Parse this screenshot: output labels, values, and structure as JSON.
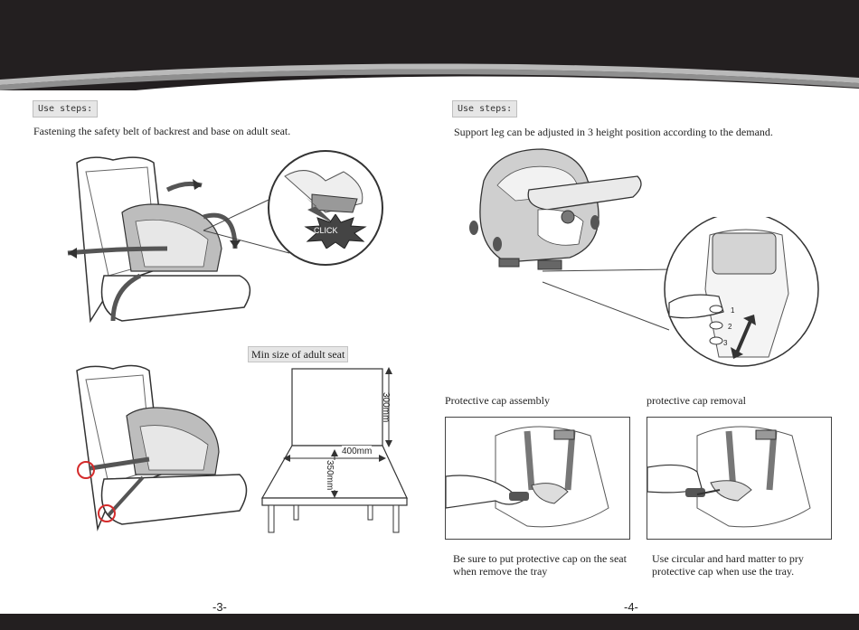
{
  "left_page": {
    "steps_label": "Use steps:",
    "instruction": "Fastening the safety belt of backrest and base on adult seat.",
    "click_label": "CLICK",
    "min_size_label": "Min size of adult seat",
    "dim_height": "300mm",
    "dim_width": "400mm",
    "dim_depth": "350mm",
    "page_number": "-3-"
  },
  "right_page": {
    "steps_label": "Use steps:",
    "instruction": "Support leg can be adjusted in 3 height position according to the demand.",
    "leg_positions": [
      "1",
      "2",
      "3"
    ],
    "cap_assembly_title": "Protective cap assembly",
    "cap_removal_title": "protective cap removal",
    "cap_assembly_note": "Be sure to put protective cap on the seat when remove the tray",
    "cap_removal_note": "Use circular and hard matter to pry protective cap when use the tray.",
    "page_number": "-4-"
  },
  "colors": {
    "header": "#231f20",
    "swoosh": "#9a9a9a",
    "highlight_circle": "#d42b2b"
  }
}
